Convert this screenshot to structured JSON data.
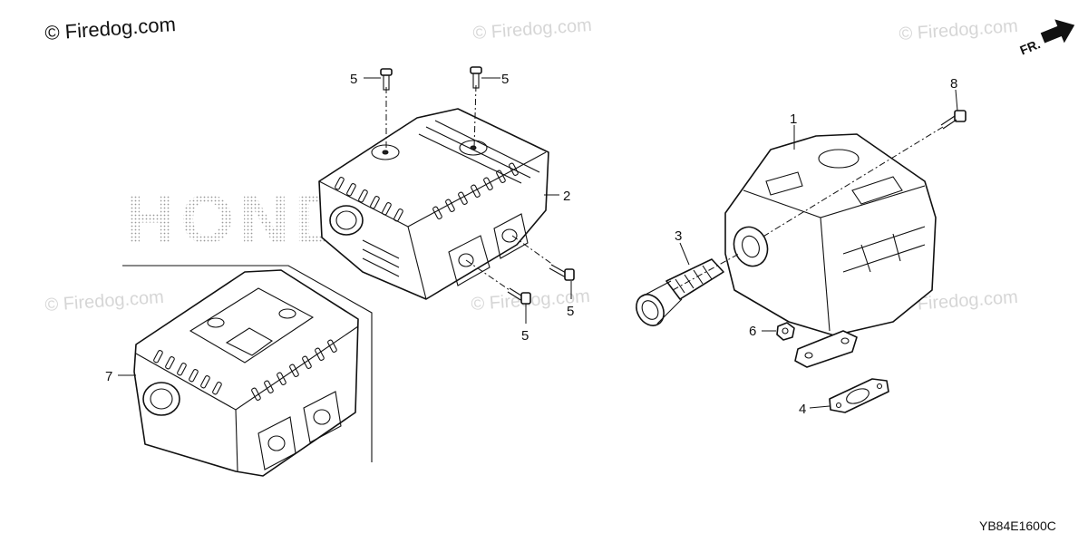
{
  "watermarks": {
    "primary": "© Firedog.com",
    "faint": "© Firedog.com"
  },
  "diagram_code": "YB84E1600C",
  "front_arrow_label": "FR.",
  "brand_background": "HONDA",
  "callouts": {
    "c1": "1",
    "c2": "2",
    "c3": "3",
    "c4": "4",
    "c5": "5",
    "c6": "6",
    "c7": "7",
    "c8": "8"
  }
}
